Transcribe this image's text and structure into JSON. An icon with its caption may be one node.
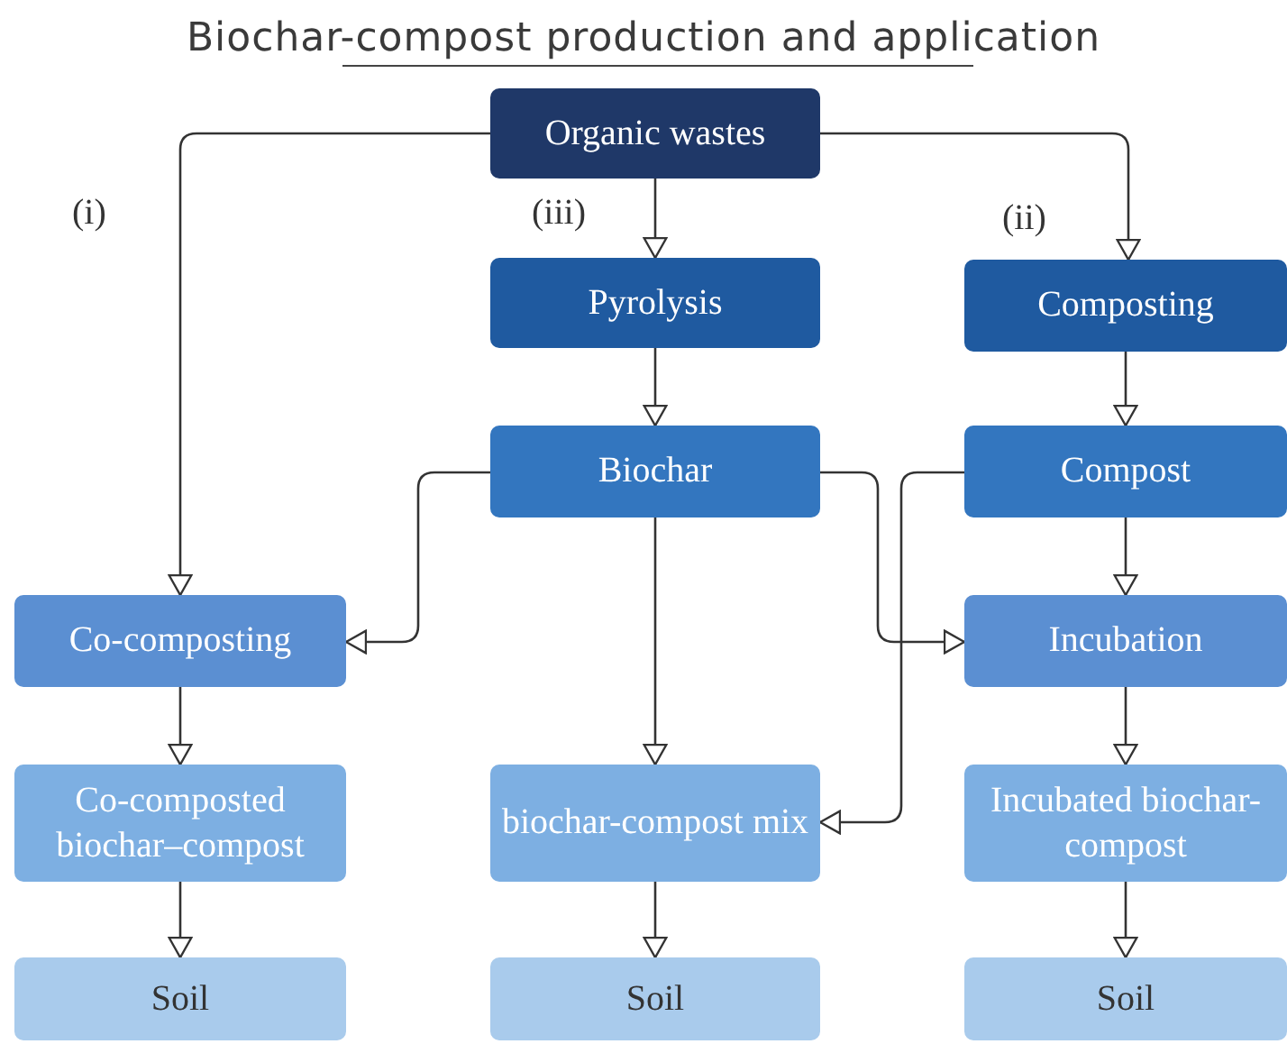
{
  "diagram": {
    "title": "Biochar-compost production and application",
    "nodes": [
      {
        "text": [
          "Organic wastes"
        ]
      },
      {
        "text": [
          "Pyrolysis"
        ]
      },
      {
        "text": [
          "Composting"
        ]
      },
      {
        "text": [
          "Biochar"
        ]
      },
      {
        "text": [
          "Compost"
        ]
      },
      {
        "text": [
          "Co-composting"
        ]
      },
      {
        "text": [
          "Incubation"
        ]
      },
      {
        "text": [
          "Co-composted biochar–compost"
        ]
      },
      {
        "text": [
          "biochar-compost mix"
        ]
      },
      {
        "text": [
          "Incubated biochar-compost"
        ]
      },
      {
        "text": [
          "Soil"
        ]
      },
      {
        "text": [
          "Soil"
        ]
      },
      {
        "text": [
          "Soil"
        ]
      }
    ],
    "edges": [
      {
        "from": 0,
        "to": 5,
        "arrow": "to"
      },
      {
        "from": 0,
        "to": 1,
        "arrow": "to"
      },
      {
        "from": 0,
        "to": 2,
        "arrow": "to"
      },
      {
        "from": 1,
        "to": 3,
        "arrow": "to"
      },
      {
        "from": 2,
        "to": 4,
        "arrow": "to"
      },
      {
        "from": 3,
        "to": 5,
        "arrow": "to"
      },
      {
        "from": 3,
        "to": 6,
        "arrow": "to"
      },
      {
        "from": 3,
        "to": 8,
        "arrow": "to"
      },
      {
        "from": 4,
        "to": 8,
        "arrow": "to"
      },
      {
        "from": 4,
        "to": 6,
        "arrow": "to"
      },
      {
        "from": 5,
        "to": 7,
        "arrow": "to"
      },
      {
        "from": 6,
        "to": 9,
        "arrow": "to"
      },
      {
        "from": 7,
        "to": 10,
        "arrow": "to"
      },
      {
        "from": 8,
        "to": 11,
        "arrow": "to"
      },
      {
        "from": 9,
        "to": 12,
        "arrow": "to"
      }
    ],
    "labels": [
      "(i)",
      "(iii)",
      "(ii)"
    ]
  }
}
